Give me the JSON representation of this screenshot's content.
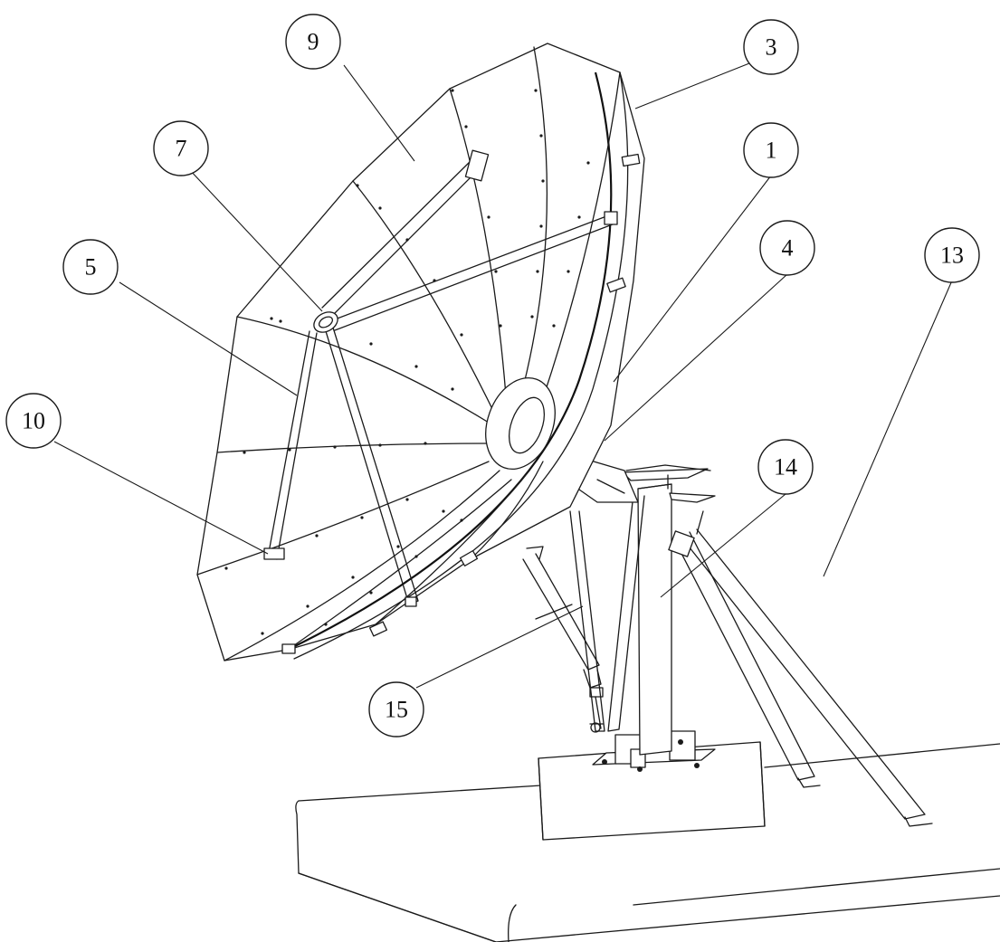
{
  "callouts": {
    "c1": "1",
    "c3": "3",
    "c4": "4",
    "c5": "5",
    "c7": "7",
    "c9": "9",
    "c10": "10",
    "c13": "13",
    "c14": "14",
    "c15": "15"
  },
  "colors": {
    "line": "#1a1a1a",
    "background": "#ffffff"
  }
}
